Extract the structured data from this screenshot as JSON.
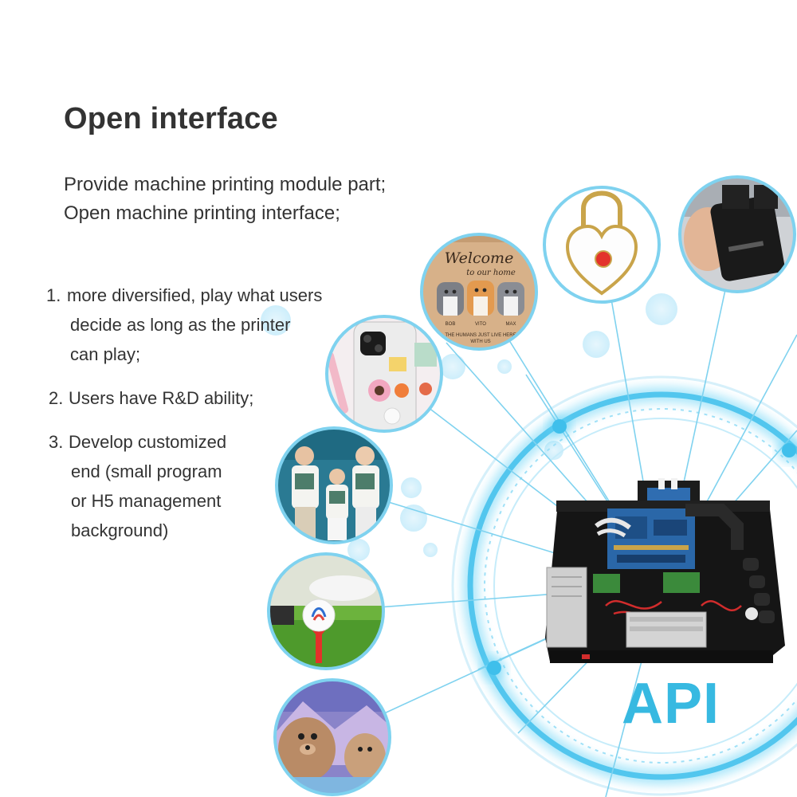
{
  "header": {
    "title": "Open interface",
    "subtitle_lines": [
      "Provide machine printing module part;",
      "Open machine printing interface;"
    ]
  },
  "features": [
    {
      "number": "1.",
      "lines": [
        "more diversified, play what users",
        "decide as long as the printer",
        "can play;"
      ]
    },
    {
      "number": "2.",
      "lines": [
        "Users have R&D ability;"
      ]
    },
    {
      "number": "3.",
      "lines": [
        "Develop customized",
        "end (small program",
        "or H5 management",
        "background)"
      ]
    }
  ],
  "badge": {
    "label": "API"
  },
  "sample_images": [
    {
      "name": "welcome-sign",
      "sign_lines": [
        "Welcome",
        "to our home"
      ],
      "pet_names": [
        "BOB",
        "VITO",
        "MAX"
      ],
      "footer_lines": [
        "THE HUMANS JUST LIVE HERE",
        "WITH US"
      ]
    },
    {
      "name": "phone-case"
    },
    {
      "name": "family-tshirts"
    },
    {
      "name": "golf-ball"
    },
    {
      "name": "polar-bears"
    },
    {
      "name": "heart-lock"
    },
    {
      "name": "power-bank"
    }
  ],
  "colors": {
    "accent": "#37b9e1",
    "ring_glow": "#5fd0f5",
    "text": "#333333"
  }
}
